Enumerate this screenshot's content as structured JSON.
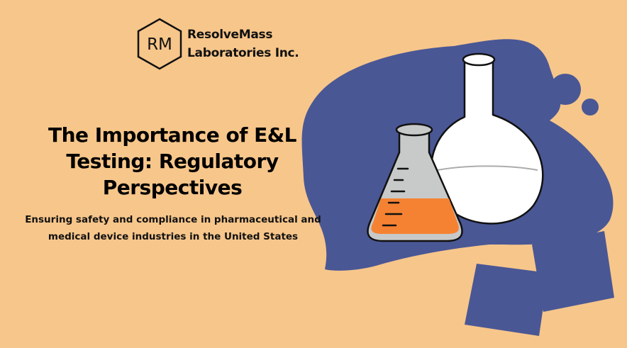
{
  "colors": {
    "background": "#F7C68A",
    "blob": "#4A5795",
    "liquid_orange": "#F58232",
    "glass_gray": "#C8C9C9",
    "flask_white": "#FFFFFF",
    "outline": "#111111"
  },
  "logo": {
    "monogram": "RM",
    "line1": "ResolveMass",
    "line2": "Laboratories Inc."
  },
  "title": "The Importance of E&L Testing: Regulatory Perspectives",
  "subtitle": "Ensuring safety and compliance in pharmaceutical and medical device industries in the United States",
  "illustration": {
    "icons": [
      "round-bottom-flask-icon",
      "erlenmeyer-flask-icon",
      "bubble-icon",
      "square-icon"
    ]
  }
}
